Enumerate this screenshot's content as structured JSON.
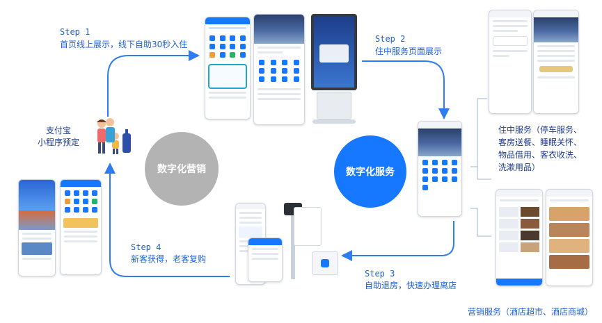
{
  "steps": {
    "step1": {
      "title": "Step 1",
      "desc": "首页线上展示，线下自助30秒入住"
    },
    "step2": {
      "title": "Step 2",
      "desc": "住中服务页面展示"
    },
    "step3": {
      "title": "Step 3",
      "desc": "自助退房，快速办理离店"
    },
    "step4": {
      "title": "Step 4",
      "desc": "新客获得，老客复购"
    }
  },
  "entry": {
    "line1": "支付宝",
    "line2": "小程序预定"
  },
  "circles": {
    "marketing": {
      "label": "数字化营销",
      "color": "#b3b3b3"
    },
    "service": {
      "label": "数字化服务",
      "color": "#1677ff"
    }
  },
  "services": {
    "in_stay": {
      "lines": [
        "住中服务（停车服务、",
        "客房送餐、睡眠关怀、",
        "物品借用、客衣收洗、",
        "洗漱用品）"
      ]
    },
    "marketing": {
      "text": "营销服务（酒店超市、酒店商城）"
    }
  },
  "colors": {
    "accent": "#1e5fd6",
    "arrow": "#2f7bf0"
  }
}
